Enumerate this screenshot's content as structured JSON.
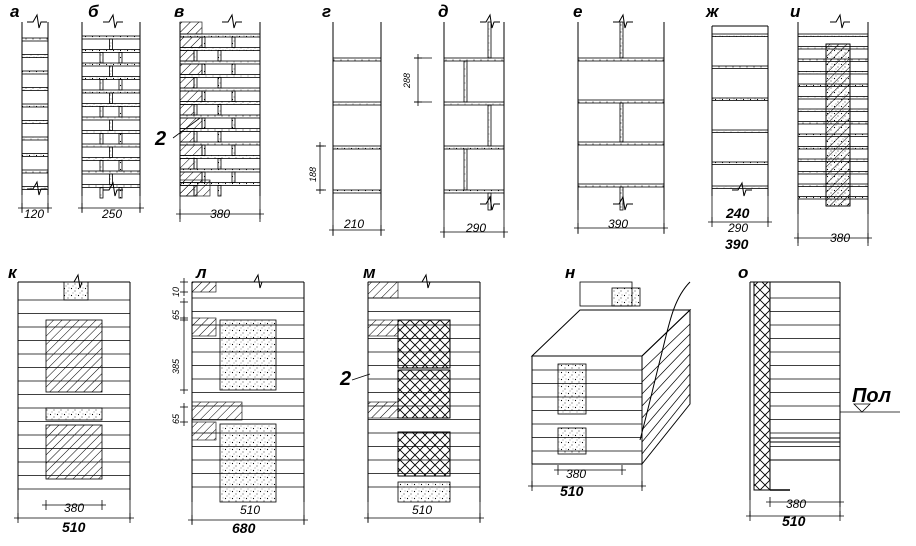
{
  "labels": {
    "a": "а",
    "b": "б",
    "v": "в",
    "g": "г",
    "d": "д",
    "e": "е",
    "zh": "ж",
    "i": "и",
    "k": "к",
    "l": "л",
    "m": "м",
    "n": "н",
    "o": "о"
  },
  "callouts": {
    "v": "2",
    "m": "2"
  },
  "dims": {
    "a": "120",
    "b": "250",
    "v": "380",
    "g": "210",
    "d": "290",
    "e": "390",
    "zh_1": "240",
    "zh_2": "290",
    "zh_3": "390",
    "i": "380",
    "g_side": "188",
    "d_side": "288",
    "k_1": "380",
    "k_2": "510",
    "l_1": "510",
    "l_2": "680",
    "l_s1": "10",
    "l_s2": "65",
    "l_s3": "385",
    "l_s4": "65",
    "m": "510",
    "n_1": "380",
    "n_2": "510",
    "o_1": "380",
    "o_2": "510"
  },
  "floor_label": "Пол"
}
